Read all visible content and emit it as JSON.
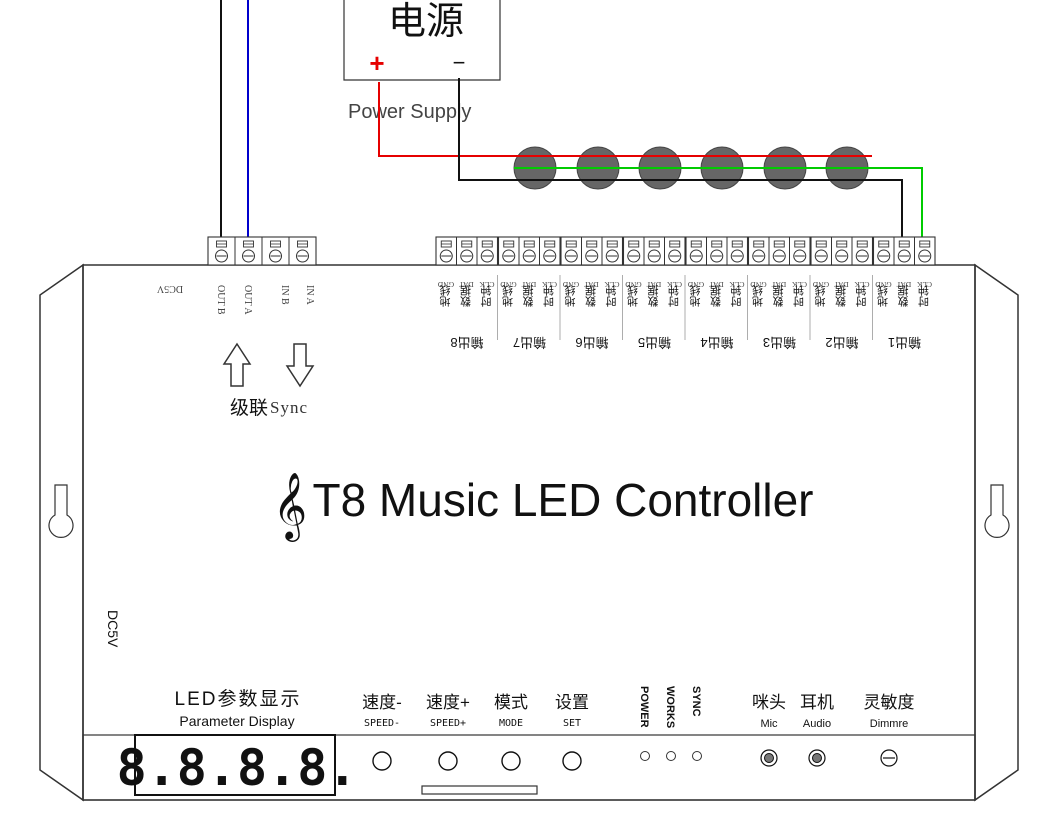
{
  "power_supply": {
    "title": "电源",
    "plus": "+",
    "minus": "−",
    "label": "Power Supply"
  },
  "sync": {
    "label_cn": "级联",
    "label_en": "Sync",
    "terminals": [
      "DC5V",
      "OUT B",
      "OUT A",
      "IN B",
      "IN A"
    ]
  },
  "outputs": {
    "pin_labels": [
      "GND",
      "DAT",
      "CLK"
    ],
    "pin_labels_cn": [
      "地线",
      "数据",
      "时钟"
    ],
    "channels": [
      "输出8",
      "输出7",
      "输出6",
      "输出5",
      "输出4",
      "输出3",
      "输出2",
      "输出1"
    ]
  },
  "controller": {
    "title": "T8 Music  LED Controller",
    "symbol": "𝄞",
    "dc_label": "DC5V"
  },
  "display": {
    "label_cn": "LED参数显示",
    "label_en": "Parameter Display",
    "digits": "8.8.8.8."
  },
  "buttons": [
    {
      "cn": "速度-",
      "en": "SPEED-"
    },
    {
      "cn": "速度+",
      "en": "SPEED+"
    },
    {
      "cn": "模式",
      "en": "MODE"
    },
    {
      "cn": "设置",
      "en": "SET"
    }
  ],
  "indicators": [
    "POWER",
    "WORKS",
    "SYNC"
  ],
  "jacks": [
    {
      "cn": "咪头",
      "en": "Mic"
    },
    {
      "cn": "耳机",
      "en": "Audio"
    },
    {
      "cn": "灵敏度",
      "en": "Dimmre"
    }
  ],
  "colors": {
    "outline": "#333333",
    "wire_red": "#e60000",
    "wire_green": "#00cc00",
    "wire_blue": "#0000cc",
    "wire_black": "#111111",
    "led_gray": "#666666"
  }
}
